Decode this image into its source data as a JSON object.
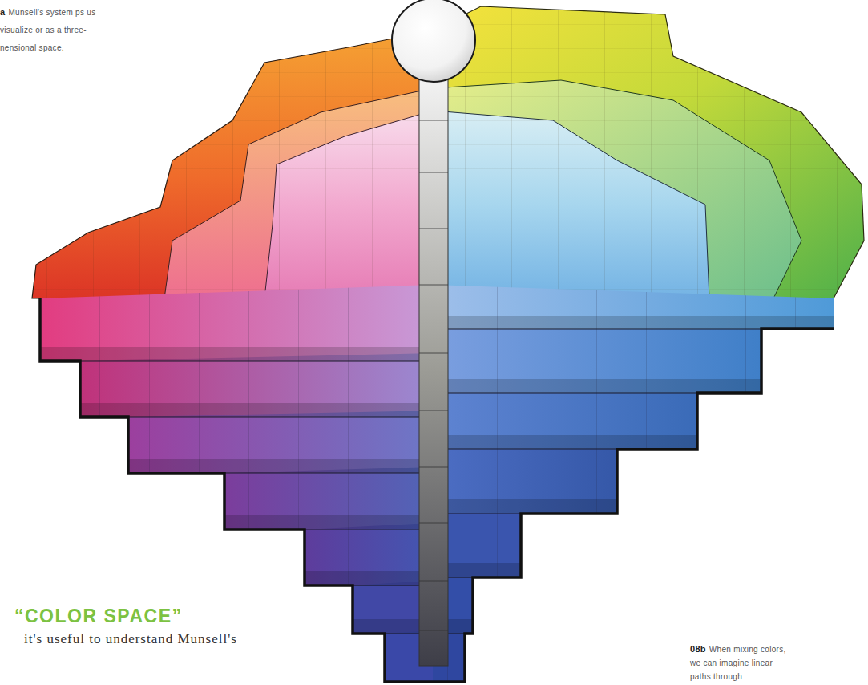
{
  "diagram": {
    "title": "“COLOR SPACE”",
    "labels": [
      "a",
      "Munsell's system ps us visualize or as a three- nensional space.",
      "it's useful to understand Munsell's",
      "08b",
      "When mixing colors, we can imagine linear paths through"
    ]
  }
}
